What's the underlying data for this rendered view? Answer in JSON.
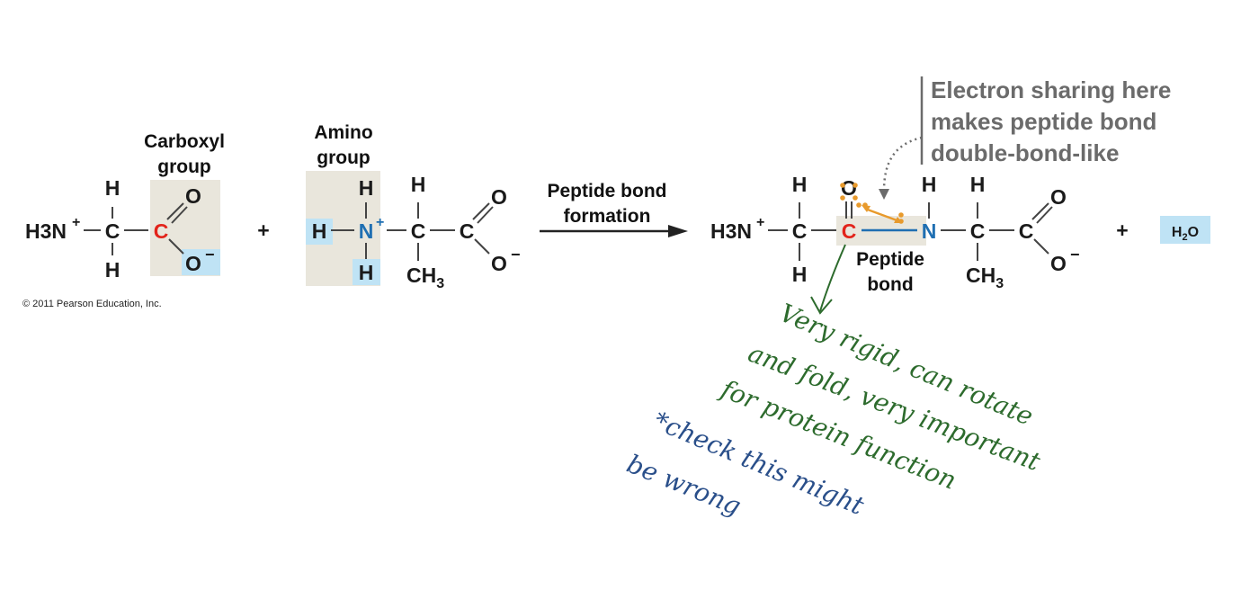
{
  "colors": {
    "box_tan": "#e9e6dc",
    "box_blue": "#bfe3f5",
    "carbon_red": "#e2231a",
    "nitrogen_blue": "#1f6fb2",
    "electron_orange": "#e89a2c",
    "ink_green": "#2d6b2d",
    "ink_blue": "#2a4f8a",
    "note_grey": "#6b6b6b"
  },
  "reactant1": {
    "label_line1": "Carboxyl",
    "label_line2": "group",
    "h3n": "H3N",
    "charge_plus": "+",
    "h_top": "H",
    "h_bottom": "H",
    "c_alpha": "C",
    "c_carboxyl": "C",
    "o_double": "O",
    "o_minus": "O",
    "charge_minus": "−"
  },
  "plus_sign": "+",
  "reactant2": {
    "label_line1": "Amino",
    "label_line2": "group",
    "h_left": "H",
    "n": "N",
    "n_charge": "+",
    "h_n_top": "H",
    "h_n_bottom": "H",
    "h_c_top": "H",
    "c_alpha": "C",
    "ch3": "CH",
    "ch3_sub": "3",
    "c_carboxyl": "C",
    "o_double": "O",
    "o_minus": "O",
    "charge_minus": "−"
  },
  "arrow": {
    "line1": "Peptide bond",
    "line2": "formation"
  },
  "product": {
    "h3n": "H3N",
    "charge_plus": "+",
    "h_top": "H",
    "h_bottom": "H",
    "c_alpha1": "C",
    "c_carbonyl": "C",
    "o_carbonyl": "O",
    "n": "N",
    "h_n": "H",
    "h_c2": "H",
    "c_alpha2": "C",
    "ch3": "CH",
    "ch3_sub": "3",
    "c_carboxyl": "C",
    "o_double": "O",
    "o_minus": "O",
    "charge_minus": "−",
    "peptide_label_line1": "Peptide",
    "peptide_label_line2": "bond"
  },
  "plus_sign_2": "+",
  "water": {
    "h": "H",
    "sub": "2",
    "o": "O"
  },
  "callout": {
    "line1": "Electron sharing here",
    "line2": "makes peptide bond",
    "line3": "double-bond-like"
  },
  "copyright": "© 2011 Pearson Education, Inc.",
  "handwriting": {
    "green_line1": "Very rigid, can rotate",
    "green_line2": "and fold, very important",
    "green_line3": "for protein function",
    "blue_line1": "*check this might",
    "blue_line2": "be wrong"
  }
}
